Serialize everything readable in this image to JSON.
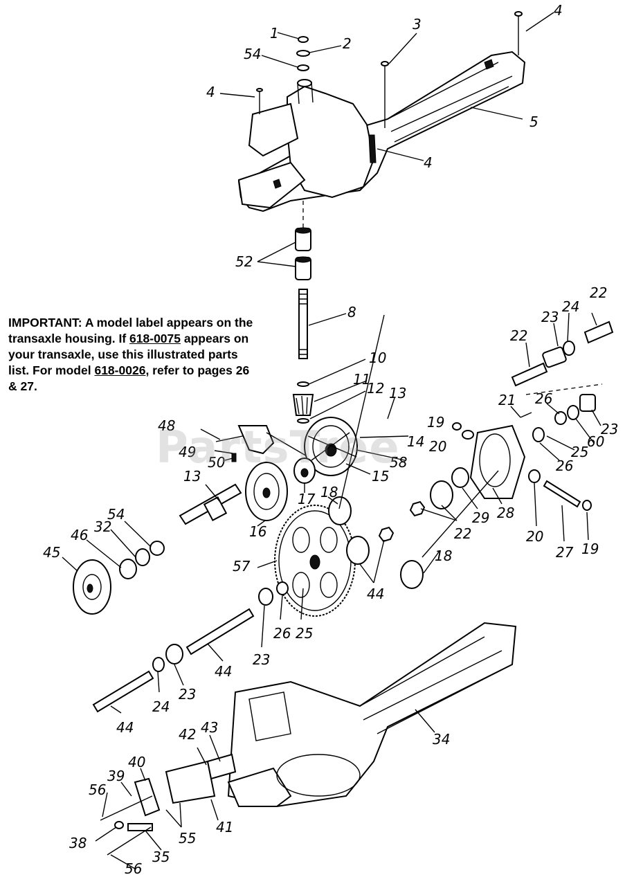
{
  "notice": {
    "prefix": "IMPORTANT: A model label appears on the transaxle housing. If ",
    "model_a": "618-0075",
    "middle": " appears on your transaxle, use this illustrated parts list. For model ",
    "model_b": "618-0026",
    "suffix": ", refer to pages  26 & 27."
  },
  "watermark": "PartsTree",
  "callouts": [
    "1",
    "2",
    "54",
    "3",
    "4",
    "4",
    "5",
    "4",
    "52",
    "8",
    "10",
    "11",
    "12",
    "13",
    "48",
    "49",
    "50",
    "14",
    "58",
    "15",
    "17",
    "19",
    "20",
    "13",
    "16",
    "18",
    "54",
    "32",
    "46",
    "45",
    "22",
    "23",
    "24",
    "22",
    "21",
    "26",
    "23",
    "60",
    "25",
    "26",
    "29",
    "28",
    "22",
    "18",
    "44",
    "57",
    "20",
    "27",
    "19",
    "26",
    "25",
    "23",
    "44",
    "24",
    "23",
    "44",
    "34",
    "42",
    "43",
    "40",
    "39",
    "56",
    "41",
    "38",
    "35",
    "55",
    "56"
  ]
}
